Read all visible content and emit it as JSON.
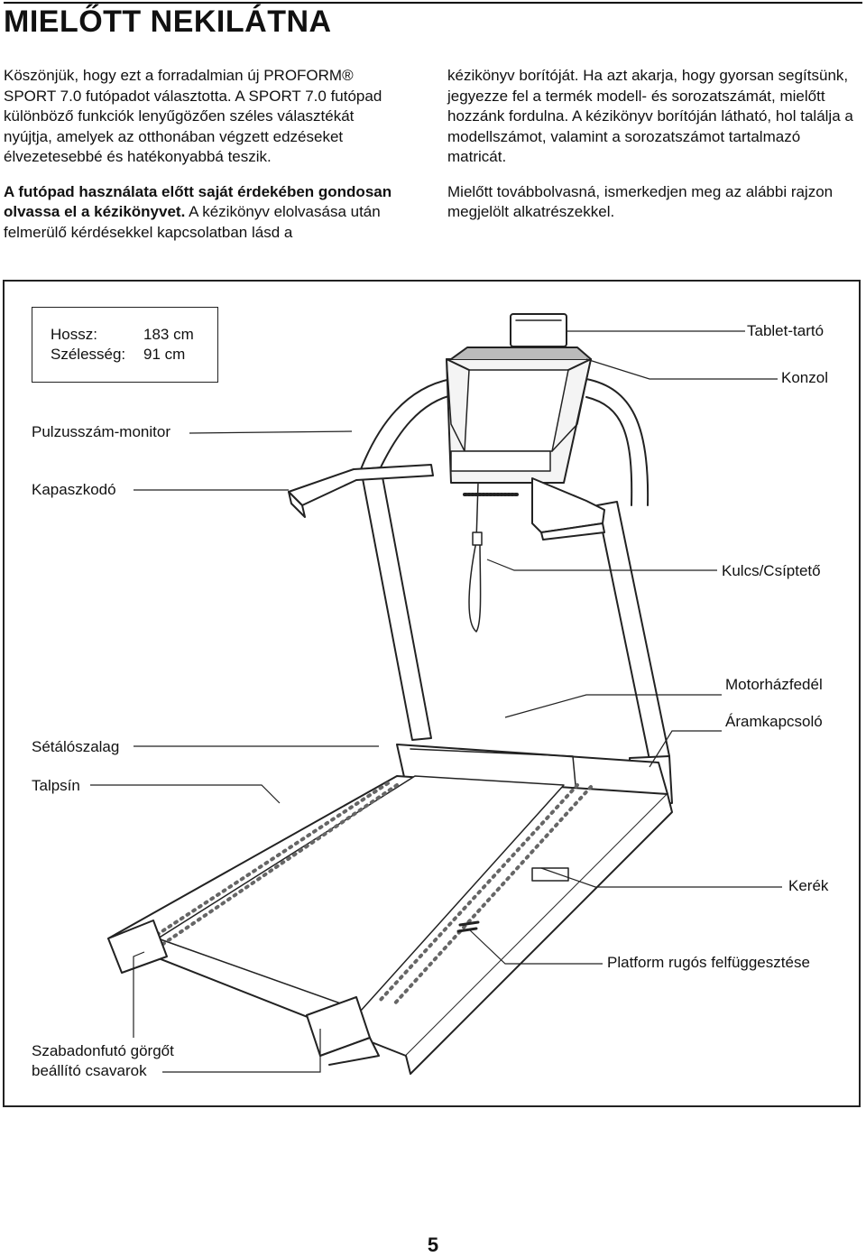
{
  "page": {
    "title": "MIELŐTT NEKILÁTNA",
    "page_number": "5"
  },
  "intro": {
    "p1": "Köszönjük, hogy ezt a forradalmian új PROFORM® SPORT 7.0 futópadot választotta. A SPORT 7.0 futópad különböző funkciók lenyűgözően széles választékát nyújtja, amelyek az otthonában végzett edzéseket élvezetesebbé és hatékonyabbá teszik.",
    "p2_bold": "A futópad használata előtt saját érdekében gondosan olvassa el a kézikönyvet.",
    "p2_rest": " A kézikönyv elolvasása után felmerülő kérdésekkel kapcsolatban lásd a kézikönyv borítóját. Ha azt akarja, hogy gyorsan segítsünk, jegyezze fel a termék modell- és sorozatszámát, mielőtt hozzánk fordulna. A kézikönyv borítóján látható, hol találja a modellszámot, valamint a sorozatszámot tartalmazó matricát.",
    "p3": "Mielőtt továbbolvasná, ismerkedjen meg az alábbi rajzon megjelölt alkatrészekkel."
  },
  "dimensions": {
    "length_label": "Hossz:",
    "length_value": "183 cm",
    "width_label": "Szélesség:",
    "width_value": "91 cm"
  },
  "labels": {
    "tablet_holder": "Tablet-tartó",
    "console": "Konzol",
    "pulse_monitor": "Pulzusszám-monitor",
    "handrail": "Kapaszkodó",
    "key_clip": "Kulcs/Csíptető",
    "motor_hood": "Motorházfedél",
    "power_switch": "Áramkapcsoló",
    "walking_belt": "Sétálószalag",
    "foot_rail": "Talpsín",
    "wheel": "Kerék",
    "platform_suspension": "Platform rugós felfüggesztése",
    "idler_roller_bolts_1": "Szabadonfutó görgőt",
    "idler_roller_bolts_2": "beállító csavarok"
  }
}
